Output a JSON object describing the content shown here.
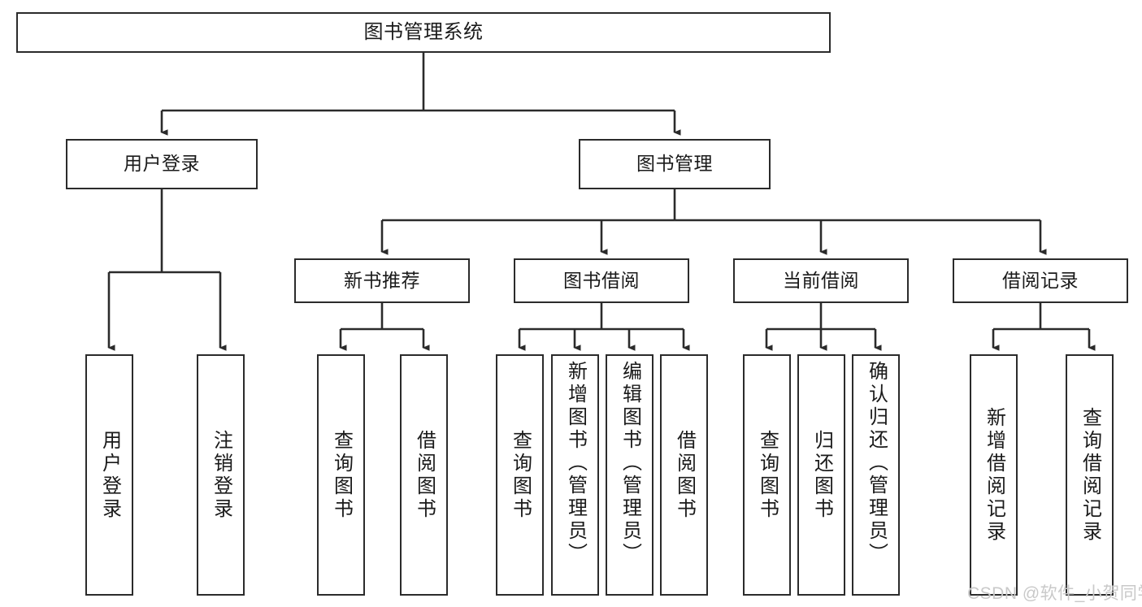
{
  "diagram": {
    "type": "tree-hierarchy-chart",
    "title": "图书管理系统",
    "background_color": "#ffffff",
    "line_color": "#2b2b2b",
    "text_color": "#1a1a1a"
  },
  "nodes": {
    "root": {
      "label": "图书管理系统"
    },
    "level2": [
      {
        "id": "user-login",
        "label": "用户登录"
      },
      {
        "id": "book-manage",
        "label": "图书管理"
      }
    ],
    "level3": [
      {
        "id": "new-book-recommend",
        "label": "新书推荐"
      },
      {
        "id": "book-borrow",
        "label": "图书借阅"
      },
      {
        "id": "current-borrow",
        "label": "当前借阅"
      },
      {
        "id": "borrow-record",
        "label": "借阅记录"
      }
    ],
    "leaves": [
      {
        "id": "leaf-user-login",
        "label": "用户登录",
        "group": "user-login"
      },
      {
        "id": "leaf-logout-login",
        "label": "注销登录",
        "group": "user-login"
      },
      {
        "id": "leaf-query-book-1",
        "label": "查询图书",
        "group": "new-book-recommend"
      },
      {
        "id": "leaf-borrow-book-1",
        "label": "借阅图书",
        "group": "new-book-recommend"
      },
      {
        "id": "leaf-query-book-2",
        "label": "查询图书",
        "group": "book-borrow"
      },
      {
        "id": "leaf-add-book-admin",
        "label": "新增图书（管理员）",
        "group": "book-borrow"
      },
      {
        "id": "leaf-edit-book-admin",
        "label": "编辑图书（管理员）",
        "group": "book-borrow"
      },
      {
        "id": "leaf-borrow-book-2",
        "label": "借阅图书",
        "group": "book-borrow"
      },
      {
        "id": "leaf-query-book-3",
        "label": "查询图书",
        "group": "current-borrow"
      },
      {
        "id": "leaf-return-book",
        "label": "归还图书",
        "group": "current-borrow"
      },
      {
        "id": "leaf-confirm-return-admin",
        "label": "确认归还（管理员）",
        "group": "current-borrow"
      },
      {
        "id": "leaf-add-borrow-record",
        "label": "新增借阅记录",
        "group": "borrow-record"
      },
      {
        "id": "leaf-query-borrow-record",
        "label": "查询借阅记录",
        "group": "borrow-record"
      }
    ]
  },
  "watermark": {
    "text": "CSDN @软件_小贺同学",
    "color": "#c9c9c9"
  }
}
